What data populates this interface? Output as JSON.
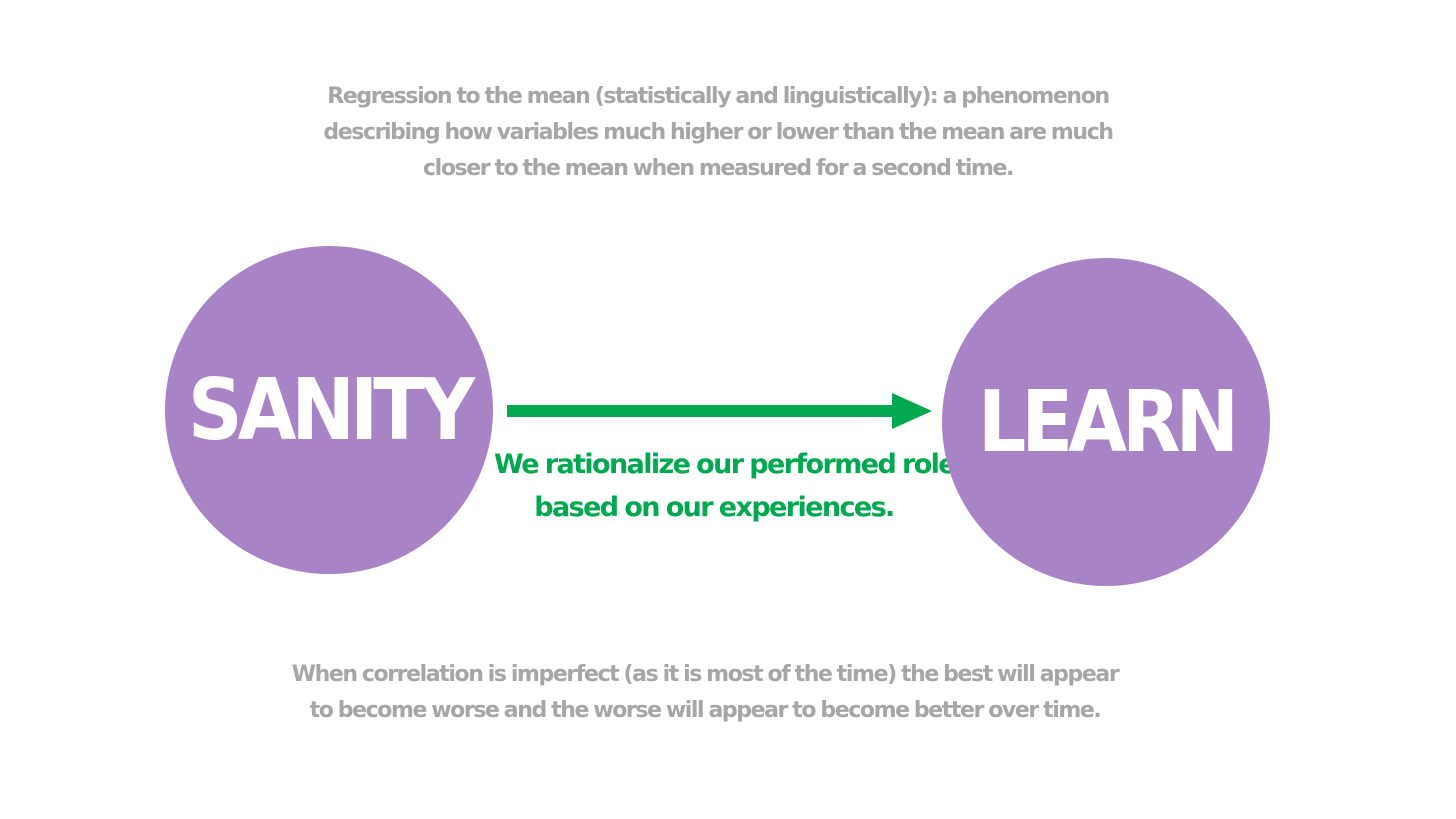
{
  "top_note": {
    "lines": [
      "Regression to the mean (statistically and linguistically): a phenomenon",
      "describing how variables much higher or lower than the mean are much",
      "closer to the mean when measured for a second time."
    ]
  },
  "diagram": {
    "source_node": {
      "label": "SANITY",
      "color": "#a883c6"
    },
    "target_node": {
      "label": "LEARN",
      "color": "#a883c6"
    },
    "arrow": {
      "color": "#00a84f",
      "direction": "right",
      "caption_lines": [
        "We rationalize our performed roles",
        "based on our experiences."
      ]
    }
  },
  "bottom_note": {
    "lines": [
      "When correlation is imperfect (as it is most of the time) the best will appear",
      "to become worse and the worse will appear to become better over time."
    ]
  },
  "colors": {
    "background": "#ffffff",
    "note_text": "#a6a6a6",
    "node_fill": "#a883c6",
    "node_text": "#ffffff",
    "arrow": "#00a84f"
  }
}
